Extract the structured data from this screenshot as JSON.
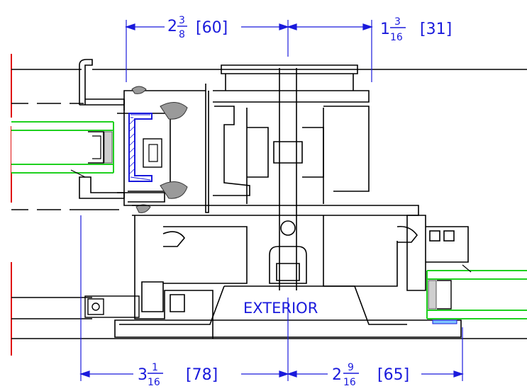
{
  "colors": {
    "profile": "#000000",
    "dimension": "#1a1adc",
    "glass": "#1fd11f",
    "edge": "#e01010",
    "reinforcement": "#1a1adc",
    "gasket": "#8a8a8a"
  },
  "dimensions": {
    "top_left": {
      "whole": "2",
      "num": "3",
      "den": "8",
      "metric": "[60]"
    },
    "top_right": {
      "whole": "1",
      "num": "3",
      "den": "16",
      "metric": "[31]"
    },
    "bottom_left": {
      "whole": "3",
      "num": "1",
      "den": "16",
      "metric": "[78]"
    },
    "bottom_right": {
      "whole": "2",
      "num": "9",
      "den": "16",
      "metric": "[65]"
    }
  },
  "labels": {
    "exterior": "EXTERIOR"
  }
}
